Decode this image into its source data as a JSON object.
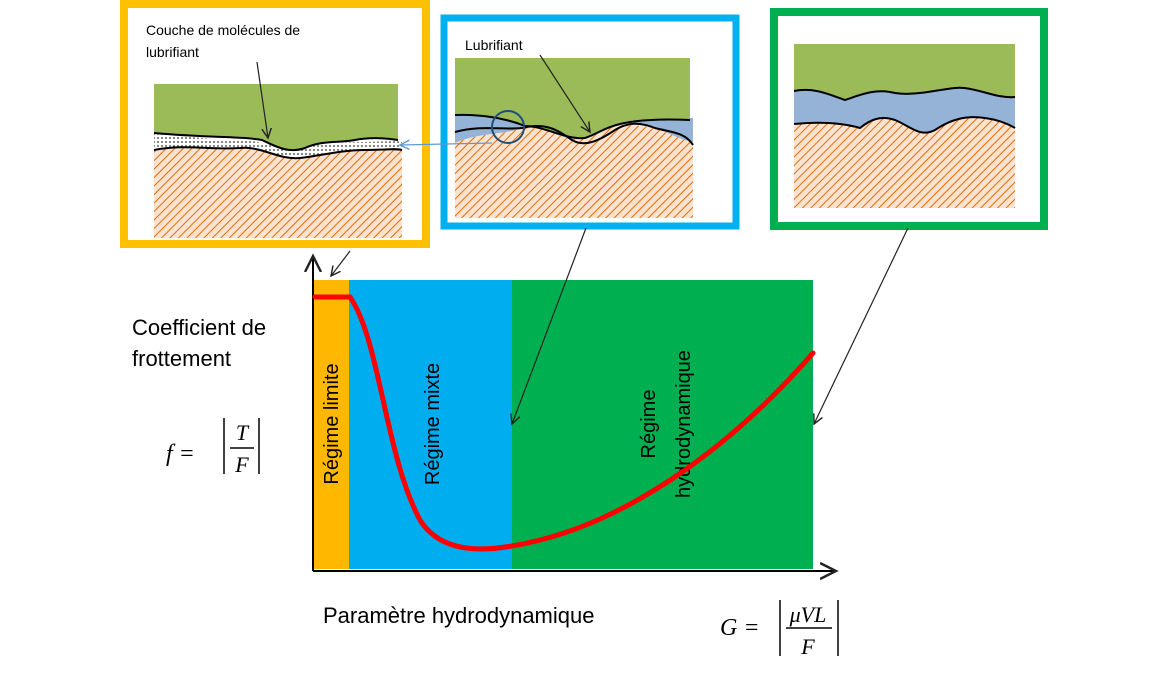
{
  "panels": {
    "limite_label": "Couche de molécules de",
    "limite_label_line2": "lubrifiant",
    "mixte_label": "Lubrifiant"
  },
  "chart": {
    "ylabel_line1": "Coefficient de",
    "ylabel_line2": "frottement",
    "xlabel": "Paramètre hydrodynamique",
    "f_formula": {
      "lhs": "f =",
      "num": "T",
      "den": "F"
    },
    "g_formula": {
      "lhs": "G =",
      "num": "μVL",
      "den": "F"
    }
  },
  "regimes": [
    {
      "label": "Régime limite",
      "color": "#FFB700"
    },
    {
      "label": "Régime mixte",
      "color": "#00AEEF"
    },
    {
      "label_line1": "Régime",
      "label_line2": "hydrodynamique",
      "color": "#00B050"
    }
  ],
  "colors": {
    "curve": "#FF0000",
    "frame_limite": "#FFC000",
    "frame_mixte": "#00B0F0",
    "frame_hydro": "#00B050",
    "surface_top": "#9BBB59",
    "lubricant": "#95B3D7",
    "surface_bottom_hatch": "#E46C0A"
  }
}
